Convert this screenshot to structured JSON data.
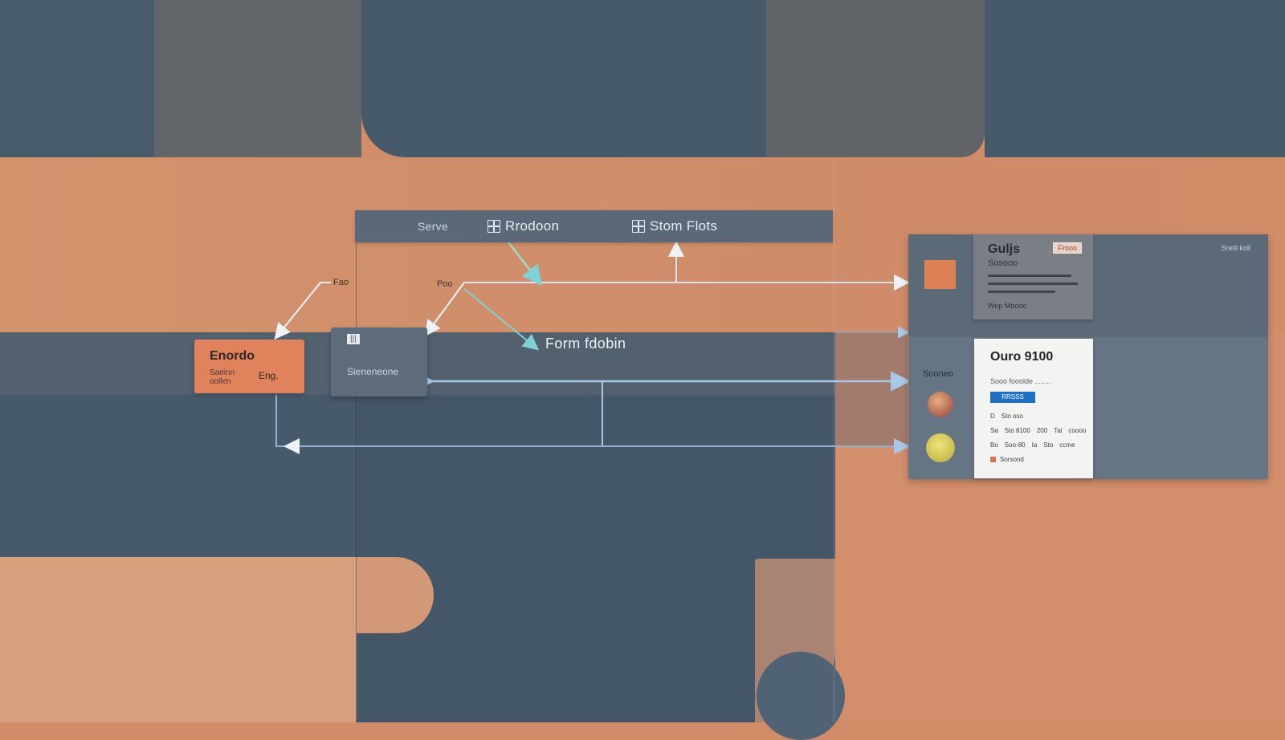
{
  "top_bar": {
    "items": [
      {
        "label": "Serve",
        "icon": ""
      },
      {
        "label": "Rrodoon",
        "icon": "grid-icon"
      },
      {
        "label": "Stom Flots",
        "icon": "grid-icon"
      }
    ]
  },
  "nodes": {
    "entry": {
      "title": "Enordo",
      "subtitle": "Saeinn oollen",
      "tag": "Eng."
    },
    "box": {
      "tag": "|||",
      "label": "Sieneneone"
    }
  },
  "labels": {
    "frame": "Fao",
    "pass": "Poo",
    "form": "Form fdobin"
  },
  "right_panel": {
    "corner_note": "Sretil koll",
    "card_dark": {
      "title": "Guljs",
      "subtitle": "Sosooo",
      "badge": "Frooo",
      "footer": "Wop Moooo"
    },
    "left_label": "Sooneo",
    "card_white": {
      "title": "Ouro 9100",
      "subtitle": "Sooo fooolde ........",
      "button": "RRSSS",
      "rows": [
        [
          "D",
          "Sto oso"
        ],
        [
          "Sa",
          "Sto 8100",
          "200",
          "Tal",
          "coooo"
        ],
        [
          "Bo",
          "Soo-80",
          "Ia",
          "Sto",
          "ccme"
        ]
      ],
      "footer": "Sorsood"
    }
  },
  "colors": {
    "accent_orange": "#e0825b",
    "slate": "#465a6a",
    "connector": "#a9c7e6",
    "teal_arrow": "#7fd1d6",
    "button_blue": "#1f6fc2"
  }
}
